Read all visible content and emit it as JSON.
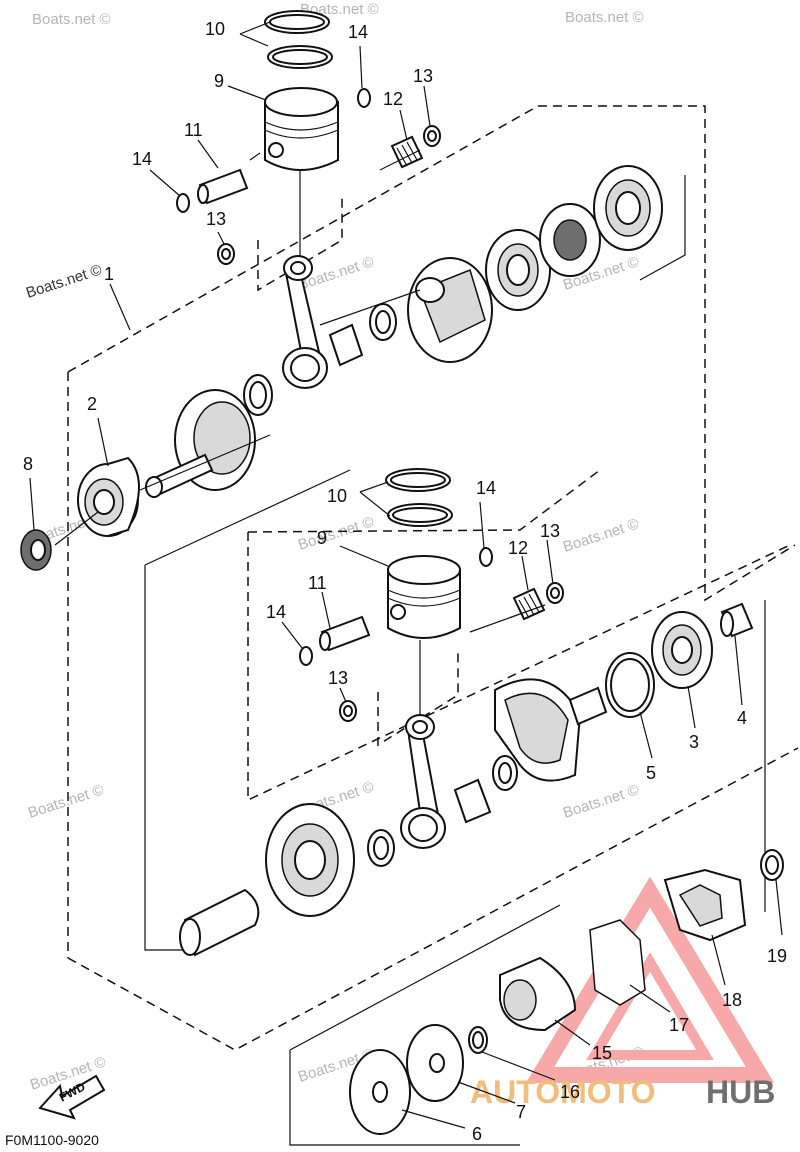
{
  "diagram": {
    "code": "F0M1100-9020",
    "fwd_label": "FWD",
    "watermark": "Boats.net ©",
    "brand": {
      "part1": "AUTOMOTO",
      "part2": "HUB"
    },
    "callouts": [
      {
        "id": "c1",
        "label": "1"
      },
      {
        "id": "c2",
        "label": "2"
      },
      {
        "id": "c3",
        "label": "3"
      },
      {
        "id": "c4",
        "label": "4"
      },
      {
        "id": "c5",
        "label": "5"
      },
      {
        "id": "c6",
        "label": "6"
      },
      {
        "id": "c7",
        "label": "7"
      },
      {
        "id": "c8",
        "label": "8"
      },
      {
        "id": "c9a",
        "label": "9"
      },
      {
        "id": "c9b",
        "label": "9"
      },
      {
        "id": "c10a",
        "label": "10"
      },
      {
        "id": "c10b",
        "label": "10"
      },
      {
        "id": "c11a",
        "label": "11"
      },
      {
        "id": "c11b",
        "label": "11"
      },
      {
        "id": "c12a",
        "label": "12"
      },
      {
        "id": "c12b",
        "label": "12"
      },
      {
        "id": "c13a",
        "label": "13"
      },
      {
        "id": "c13b",
        "label": "13"
      },
      {
        "id": "c13c",
        "label": "13"
      },
      {
        "id": "c14a",
        "label": "14"
      },
      {
        "id": "c14b",
        "label": "14"
      },
      {
        "id": "c14c",
        "label": "14"
      },
      {
        "id": "c14d",
        "label": "14"
      },
      {
        "id": "c15",
        "label": "15"
      },
      {
        "id": "c16",
        "label": "16"
      },
      {
        "id": "c17",
        "label": "17"
      },
      {
        "id": "c18",
        "label": "18"
      },
      {
        "id": "c19",
        "label": "19"
      }
    ]
  }
}
